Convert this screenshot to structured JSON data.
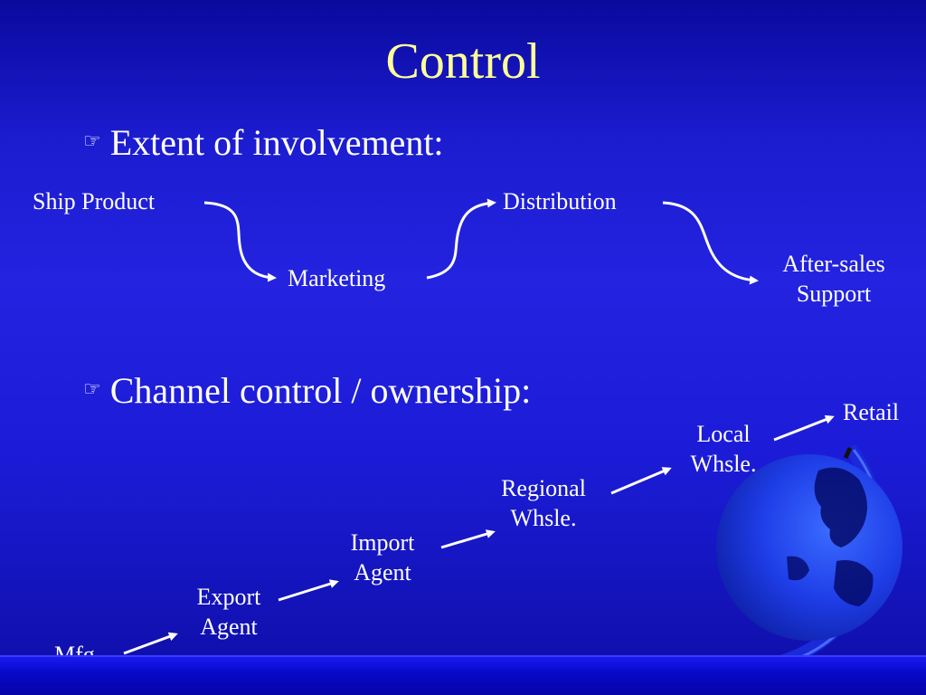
{
  "slide": {
    "title": "Control",
    "bullets": [
      "Extent of involvement:",
      "Channel control / ownership:"
    ],
    "involvement_flow": [
      "Ship Product",
      "Marketing",
      "Distribution",
      "After-sales Support"
    ],
    "channel_flow": {
      "mfg": "Mfg.",
      "export_agent": "Export Agent",
      "import_agent": "Import Agent",
      "regional_whsle": "Regional Whsle.",
      "local_whsle": "Local Whsle.",
      "retail": "Retail"
    }
  },
  "colors": {
    "title": "#ffff99",
    "text": "#ffffff",
    "background": "#1c1cd0"
  },
  "icons": {
    "bullet": "pointing-hand-icon",
    "decoration": "globe-icon"
  }
}
